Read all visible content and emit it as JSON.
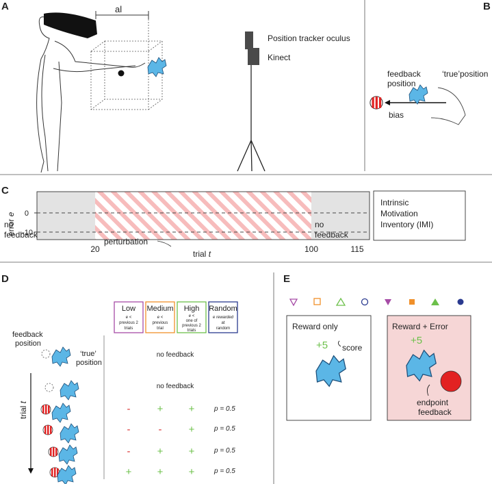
{
  "panels": {
    "a": {
      "letter": "A",
      "al_label": "al",
      "tracker_label": "Position tracker oculus",
      "kinect_label": "Kinect"
    },
    "b": {
      "letter": "B",
      "feedback_label_1": "feedback",
      "feedback_label_2": "position",
      "true_label": "‘true’position",
      "bias_label": "bias"
    },
    "c": {
      "letter": "C",
      "ylabel": "error",
      "ylabel_var": "e",
      "xlabel": "trial",
      "xlabel_var": "t",
      "ytick_0": "0",
      "ytick_neg10": "-10",
      "xtick_20": "20",
      "xtick_100": "100",
      "xtick_115": "115",
      "no_feedback_1a": "no",
      "no_feedback_1b": "feedback",
      "no_feedback_2a": "no",
      "no_feedback_2b": "feedback",
      "perturbation": "perturbation",
      "imi_1": "Intrinsic",
      "imi_2": "Motivation",
      "imi_3": "Inventory (IMI)"
    },
    "d": {
      "letter": "D",
      "feedback_pos_1": "feedback",
      "feedback_pos_2": "position",
      "true_pos_1": "‘true’",
      "true_pos_2": "position",
      "trial_axis": "trial",
      "trial_var": "t",
      "groups": [
        {
          "name": "Low",
          "l1": "e <",
          "l2": "previous 2",
          "l3": "trials",
          "color": "#a64ca6"
        },
        {
          "name": "Medium",
          "l1": "e <",
          "l2": "previous",
          "l3": "trial",
          "color": "#f0902a"
        },
        {
          "name": "High",
          "l1": "e <",
          "l2": "one of",
          "l3": "previous 2",
          "l4": "trials",
          "color": "#6cc04a"
        },
        {
          "name": "Random",
          "l1": "e rewarded",
          "l2": "at",
          "l3": "random",
          "color": "#2a3a8f"
        }
      ],
      "no_feedback_1": "no feedback",
      "no_feedback_2": "no feedback",
      "rows": [
        {
          "signs": [
            "-",
            "+",
            "+"
          ],
          "p": "p = 0.5"
        },
        {
          "signs": [
            "-",
            "-",
            "+"
          ],
          "p": "p = 0.5"
        },
        {
          "signs": [
            "-",
            "+",
            "+"
          ],
          "p": "p = 0.5"
        },
        {
          "signs": [
            "+",
            "+",
            "+"
          ],
          "p": "p = 0.5"
        }
      ]
    },
    "e": {
      "letter": "E",
      "reward_only": "Reward only",
      "reward_error": "Reward + Error",
      "score_value_1": "+5",
      "score_value_2": "+5",
      "score_label": "score",
      "endpoint_1": "endpoint",
      "endpoint_2": "feedback"
    }
  },
  "colors": {
    "minus": "#d9302f",
    "plus": "#6cc04a",
    "hand_blue": "#5bb6e6",
    "stripe_red": "#f4a6a6",
    "gray_fill": "#e3e3e3",
    "reward_error_bg": "#f6d6d6",
    "feedback_red": "#e22222"
  }
}
